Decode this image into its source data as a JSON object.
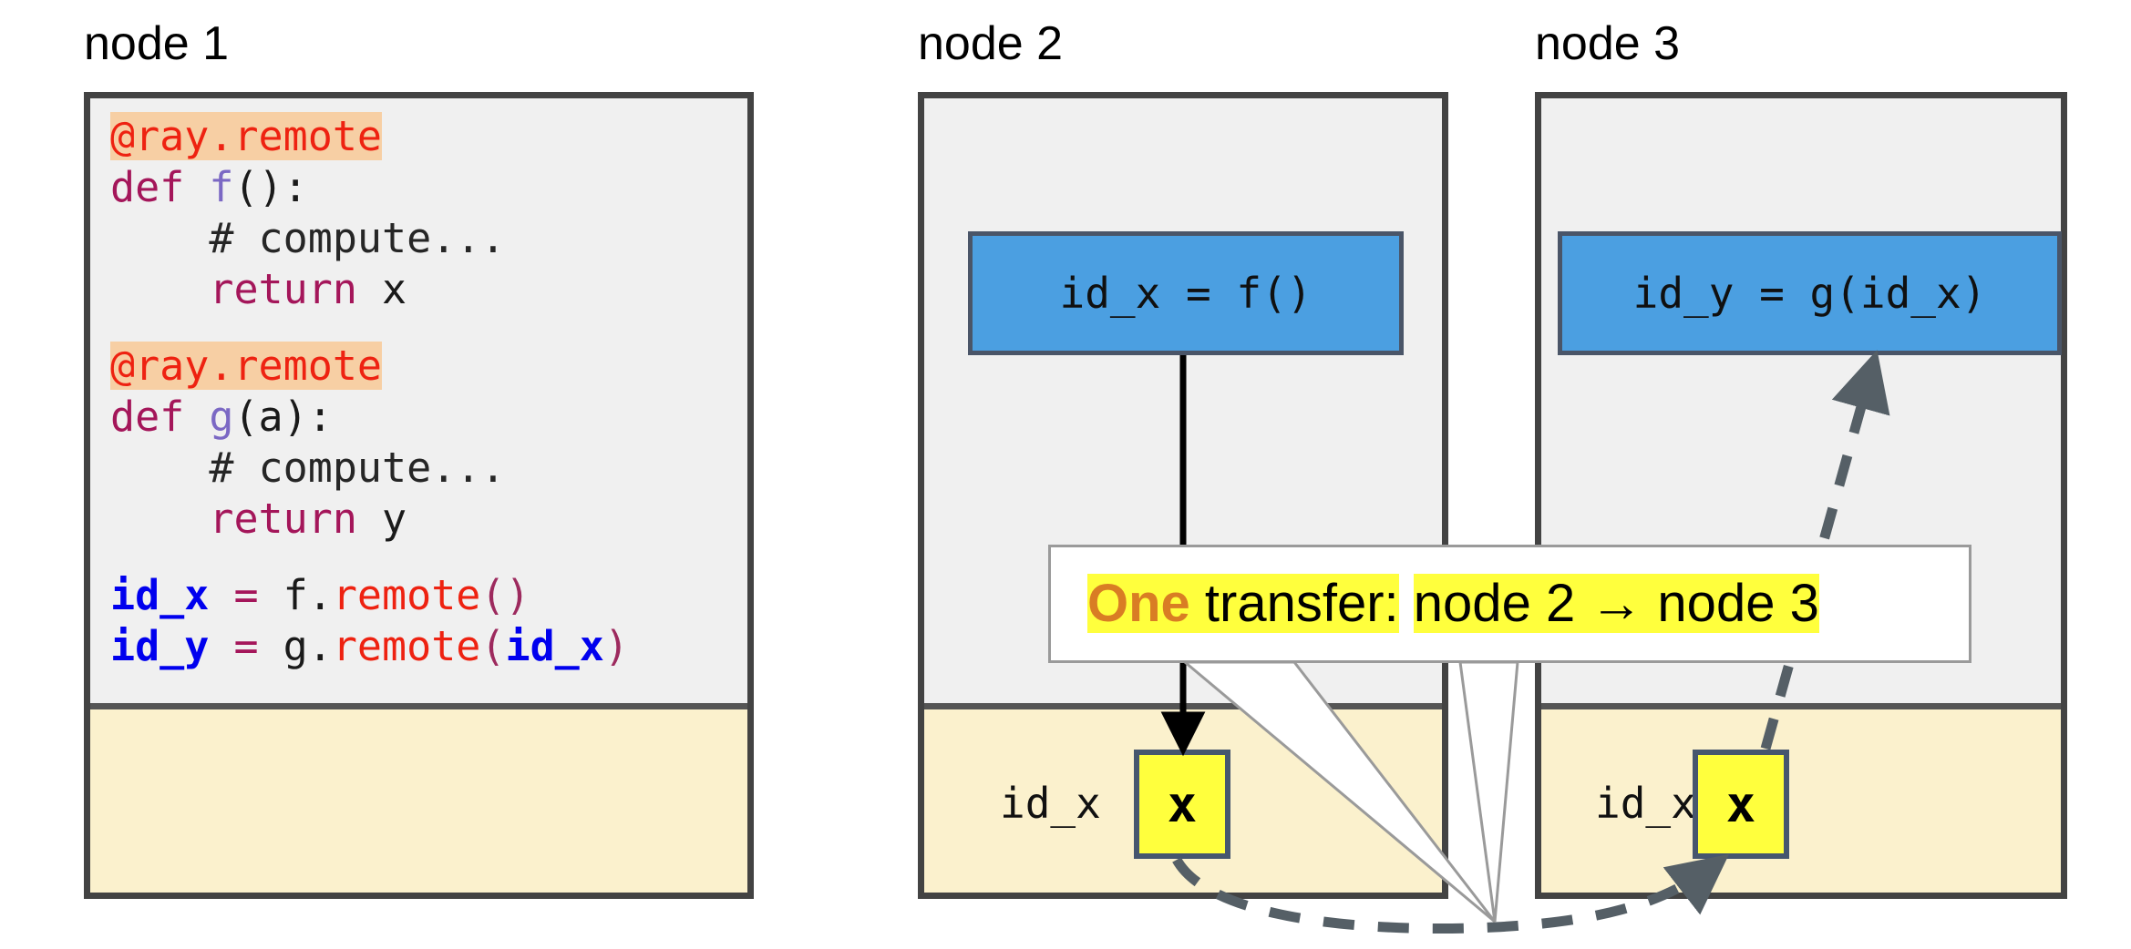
{
  "nodes": [
    {
      "title": "node 1",
      "code_lines": [
        [
          {
            "t": "@ray.remote",
            "c": "dec"
          }
        ],
        [
          {
            "t": "def ",
            "c": "kw"
          },
          {
            "t": "f",
            "c": "fn"
          },
          {
            "t": "():",
            "c": "punc"
          }
        ],
        [
          {
            "t": "    # compute...",
            "c": "cmt"
          }
        ],
        [
          {
            "t": "    return ",
            "c": "kw"
          },
          {
            "t": "x",
            "c": "plain"
          }
        ],
        [],
        [
          {
            "t": "@ray.remote",
            "c": "dec"
          }
        ],
        [
          {
            "t": "def ",
            "c": "kw"
          },
          {
            "t": "g",
            "c": "fn"
          },
          {
            "t": "(a):",
            "c": "punc"
          }
        ],
        [
          {
            "t": "    # compute...",
            "c": "cmt"
          }
        ],
        [
          {
            "t": "    return ",
            "c": "kw"
          },
          {
            "t": "y",
            "c": "plain"
          }
        ],
        [],
        [
          {
            "t": "id_x",
            "c": "var"
          },
          {
            "t": " = ",
            "c": "eq"
          },
          {
            "t": "f.",
            "c": "plain"
          },
          {
            "t": "remote",
            "c": "call"
          },
          {
            "t": "()",
            "c": "paren"
          }
        ],
        [
          {
            "t": "id_y",
            "c": "var"
          },
          {
            "t": " = ",
            "c": "eq"
          },
          {
            "t": "g.",
            "c": "plain"
          },
          {
            "t": "remote",
            "c": "call"
          },
          {
            "t": "(",
            "c": "paren"
          },
          {
            "t": "id_x",
            "c": "var"
          },
          {
            "t": ")",
            "c": "paren"
          }
        ]
      ],
      "task_box": null,
      "store_label": null,
      "obj_value": null
    },
    {
      "title": "node 2",
      "code_lines": [],
      "task_box": "id_x = f()",
      "store_label": "id_x",
      "obj_value": "x"
    },
    {
      "title": "node 3",
      "code_lines": [],
      "task_box": "id_y = g(id_x)",
      "store_label": "id_x",
      "obj_value": "x"
    }
  ],
  "callout": {
    "emphasis": "One",
    "middle": " transfer:",
    "tail": "node 2 → node 3"
  },
  "colors": {
    "task_box_fill": "#4b9fe1",
    "object_fill": "#ffff3d",
    "store_fill": "#fbf1cd",
    "code_fill": "#f0f0f0",
    "panel_border": "#434343",
    "highlight": "#ffff3d",
    "emphasis_text": "#d97d24",
    "decorator_bg": "#f7cfa4",
    "decorator_fg": "#ee2211",
    "transfer_arrow": "#555f66"
  }
}
